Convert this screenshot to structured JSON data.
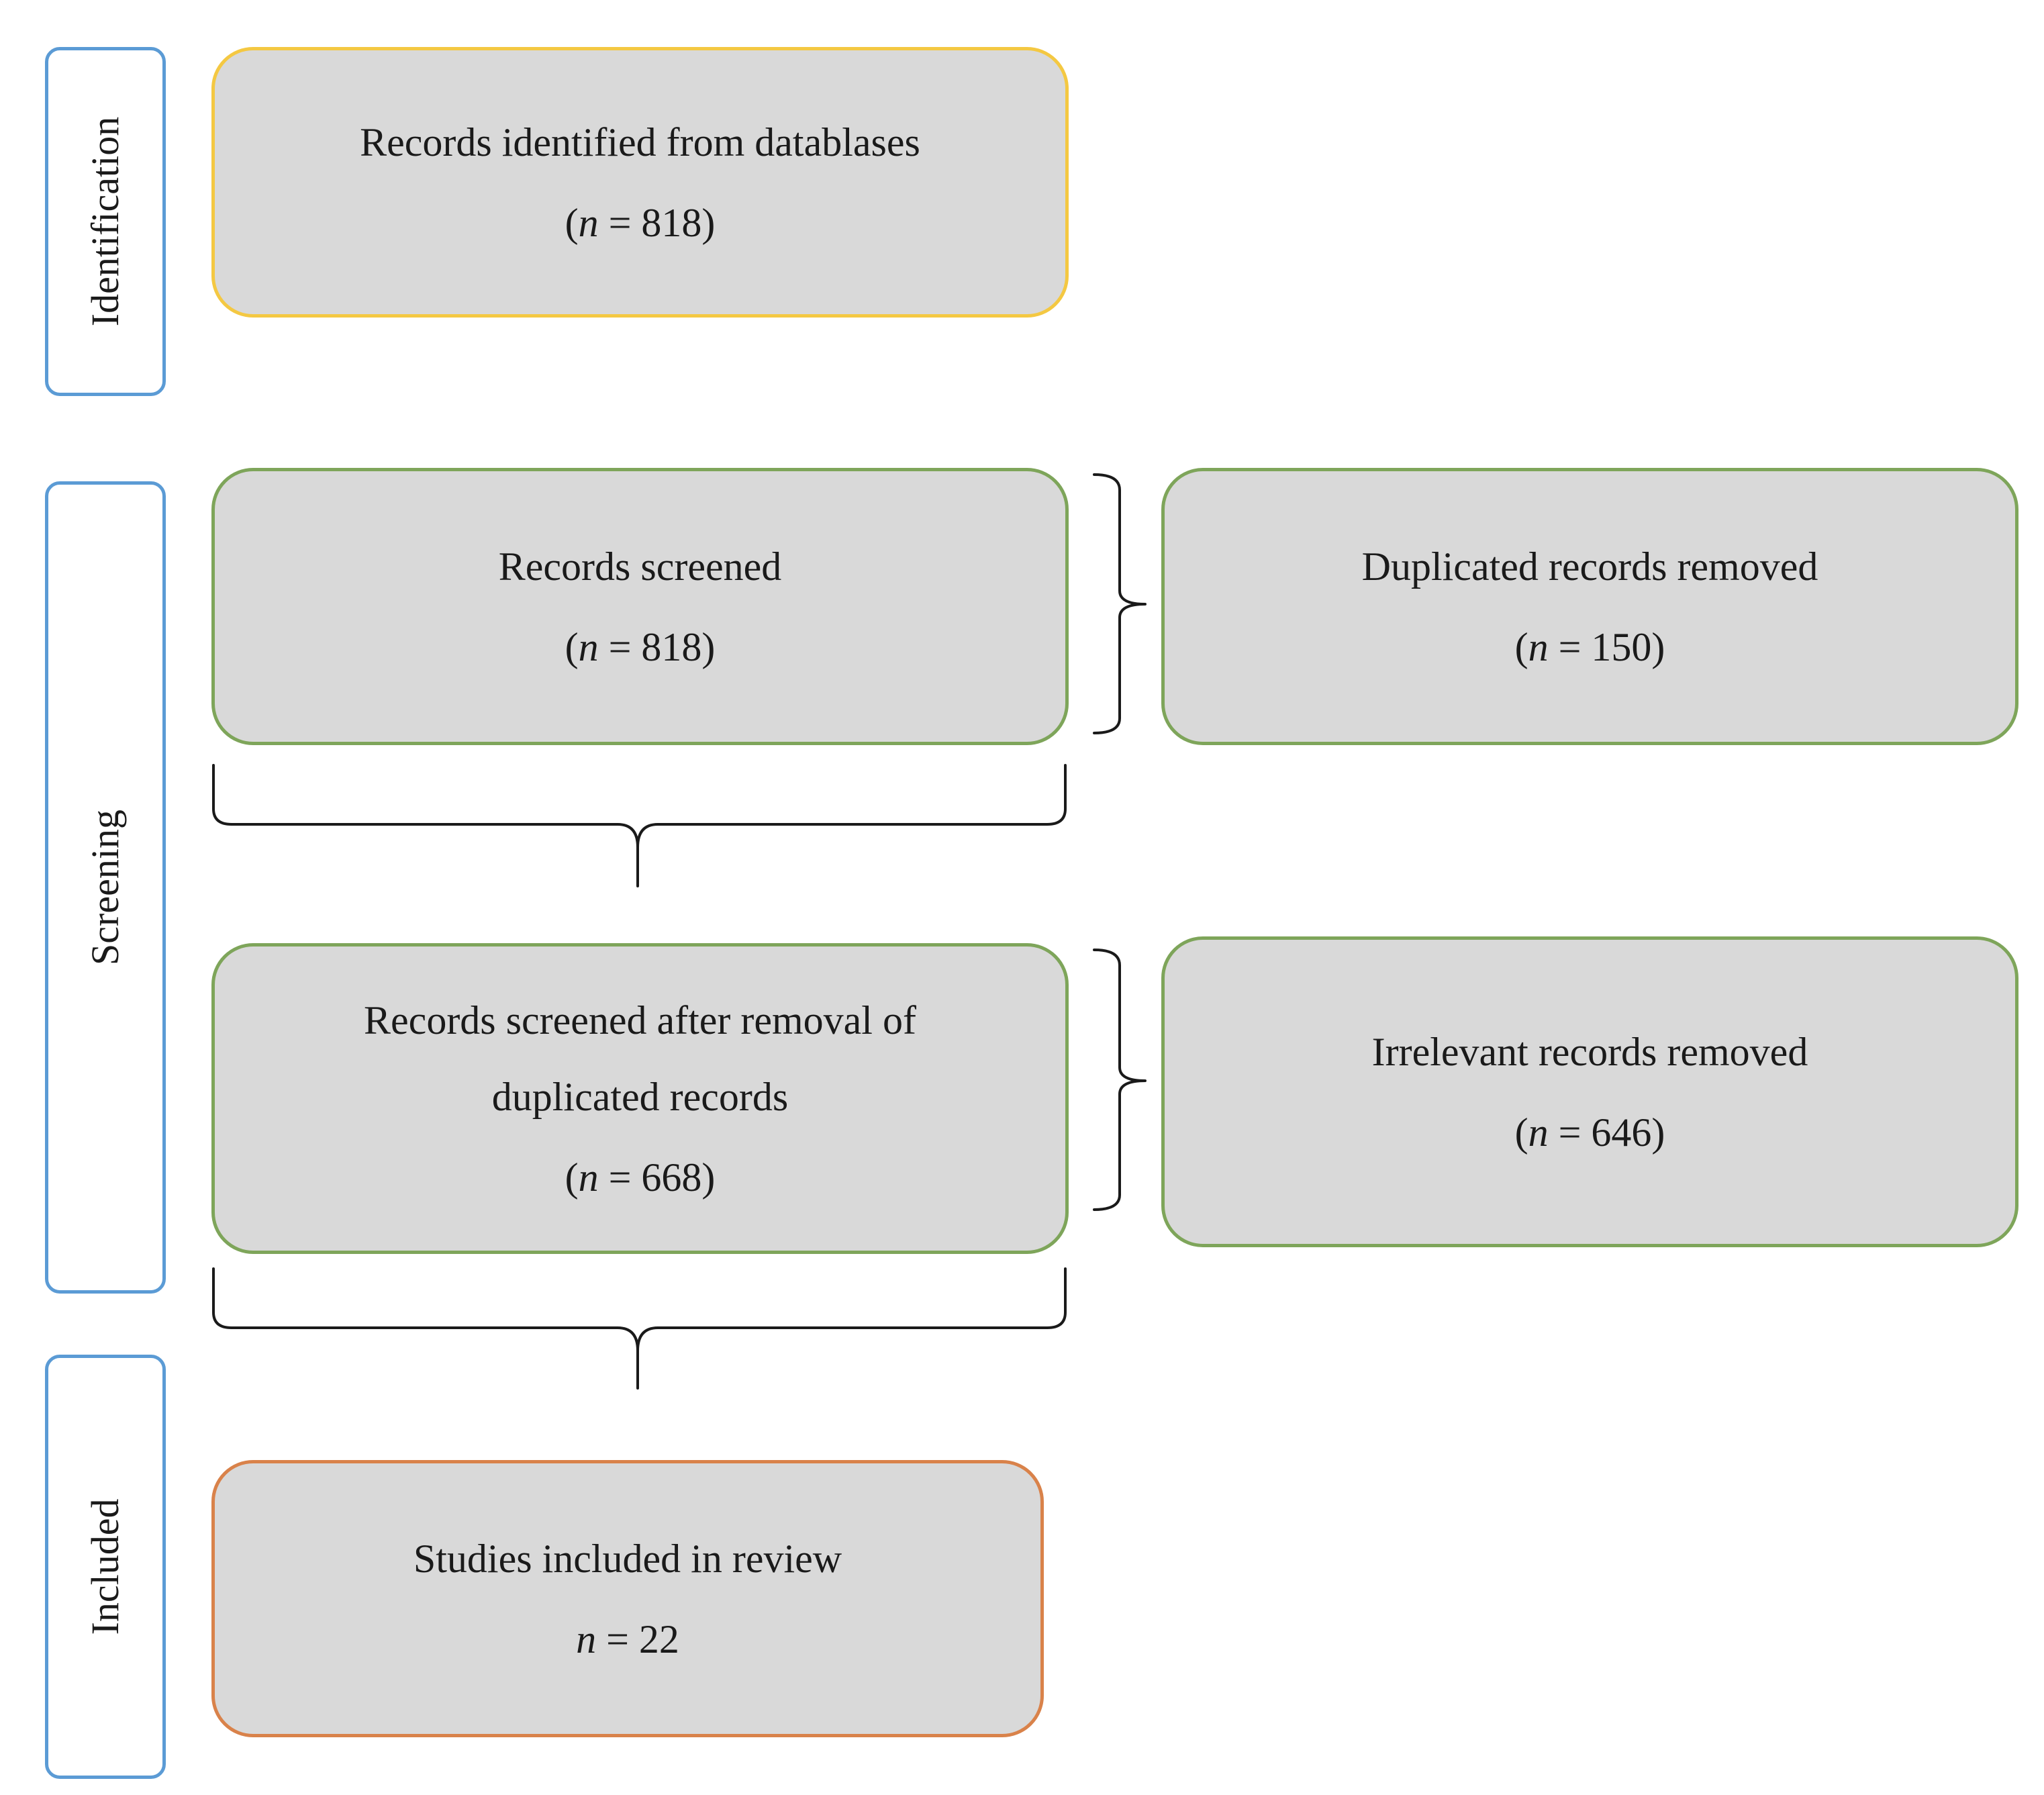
{
  "stages": {
    "identification": "Identification",
    "screening": "Screening",
    "included": "Included"
  },
  "boxes": {
    "identified": {
      "label": "Records identified from datablases",
      "n_symbol": "n",
      "n_value": "818"
    },
    "screened": {
      "label": "Records screened",
      "n_symbol": "n",
      "n_value": "818"
    },
    "duplicates_removed": {
      "label": "Duplicated records removed",
      "n_symbol": "n",
      "n_value": "150"
    },
    "screened_after_dedup": {
      "label_line1": "Records screened after removal of",
      "label_line2": "duplicated records",
      "n_symbol": "n",
      "n_value": "668"
    },
    "irrelevant_removed": {
      "label": "Irrelevant records removed",
      "n_symbol": "n",
      "n_value": "646"
    },
    "included_studies": {
      "label": "Studies included in review",
      "n_symbol": "n",
      "n_value": "22"
    }
  },
  "colors": {
    "stage_border": "#5b9bd5",
    "identification_border": "#f4c842",
    "screening_border": "#7ea55a",
    "included_border": "#d9824a",
    "box_fill": "#d9d9d9"
  }
}
